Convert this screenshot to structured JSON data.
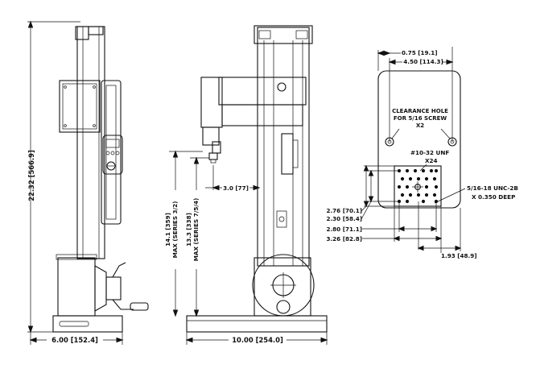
{
  "side_view": {
    "height": "22.32 [566.9]",
    "base_width": "6.00 [152.4]"
  },
  "front_view": {
    "reach": "3.0 [77]",
    "stroke_a": "14.1 [359]",
    "stroke_a_note": "MAX (SERIES 3/2)",
    "stroke_b": "13.3 [338]",
    "stroke_b_note": "MAX (SERIES 7/5/4)",
    "base_width": "10.00 [254.0]"
  },
  "plate_view": {
    "offset_top": "0.75 [19.1]",
    "hole_spacing": "4.50 [114.3]",
    "clearance_line1": "CLEARANCE HOLE",
    "clearance_line2": "FOR 5/16 SCREW",
    "clearance_qty": "X2",
    "thread_a": "#10-32 UNF",
    "thread_a_qty": "X24",
    "thread_b": "5/16-18 UNC-2B",
    "thread_b_depth": "X 0.350 DEEP",
    "dim_276": "2.76 [70.1]",
    "dim_230": "2.30 [58.4]",
    "dim_280": "2.80 [71.1]",
    "dim_326": "3.26 [82.8]",
    "dim_193": "1.93 [48.9]"
  }
}
